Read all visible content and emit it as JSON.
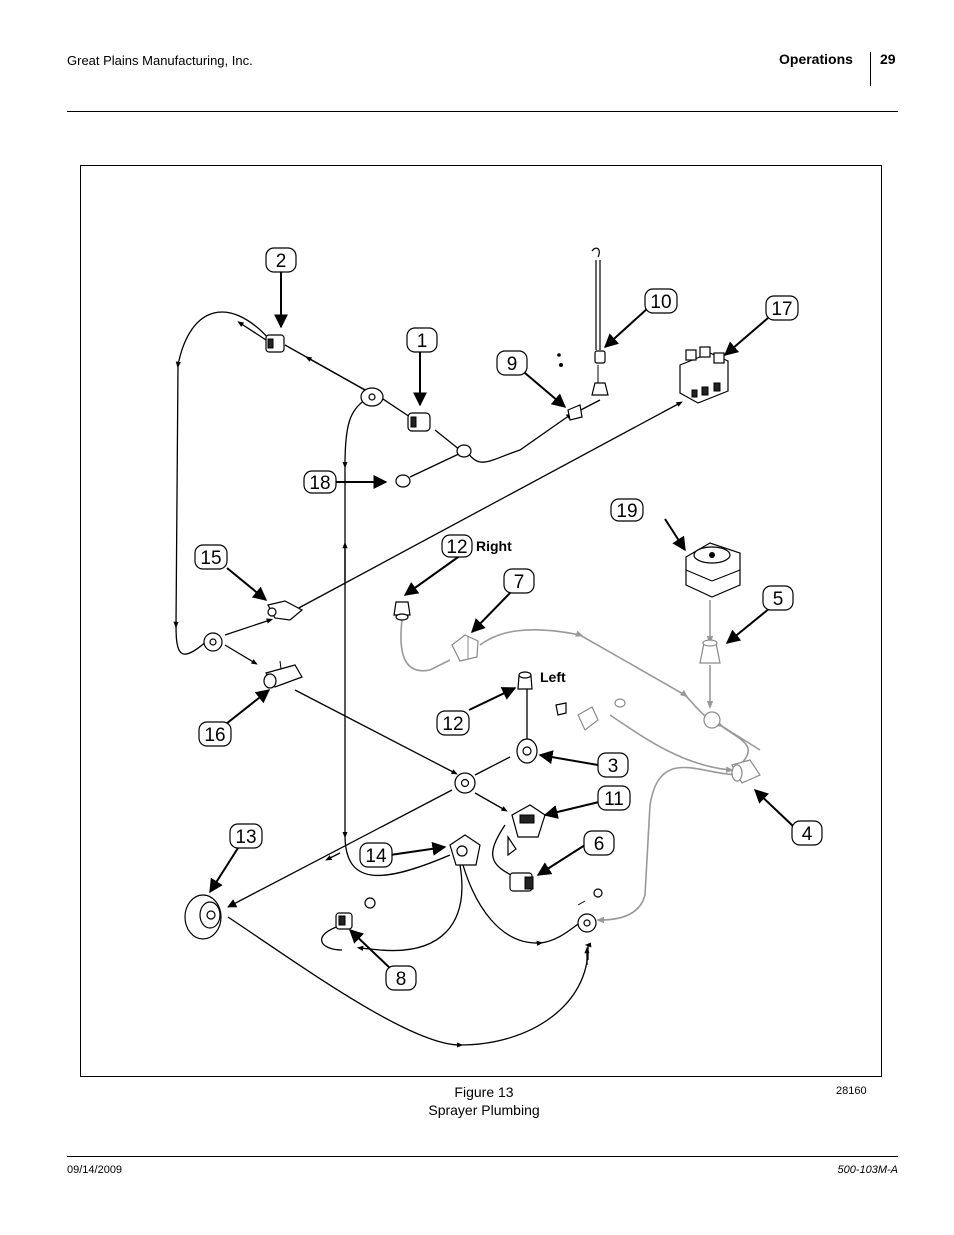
{
  "header": {
    "company": "Great Plains Manufacturing, Inc.",
    "section": "Operations",
    "page_number": "29"
  },
  "figure": {
    "title": "Figure 13",
    "subtitle": "Sprayer Plumbing",
    "drawing_number": "28160",
    "side_labels": {
      "right": "Right",
      "left": "Left"
    },
    "callouts": [
      "1",
      "2",
      "3",
      "4",
      "5",
      "6",
      "7",
      "8",
      "9",
      "10",
      "11",
      "12",
      "12",
      "13",
      "14",
      "15",
      "16",
      "17",
      "18",
      "19"
    ]
  },
  "footer": {
    "date": "09/14/2009",
    "doc_number": "500-103M-A"
  }
}
